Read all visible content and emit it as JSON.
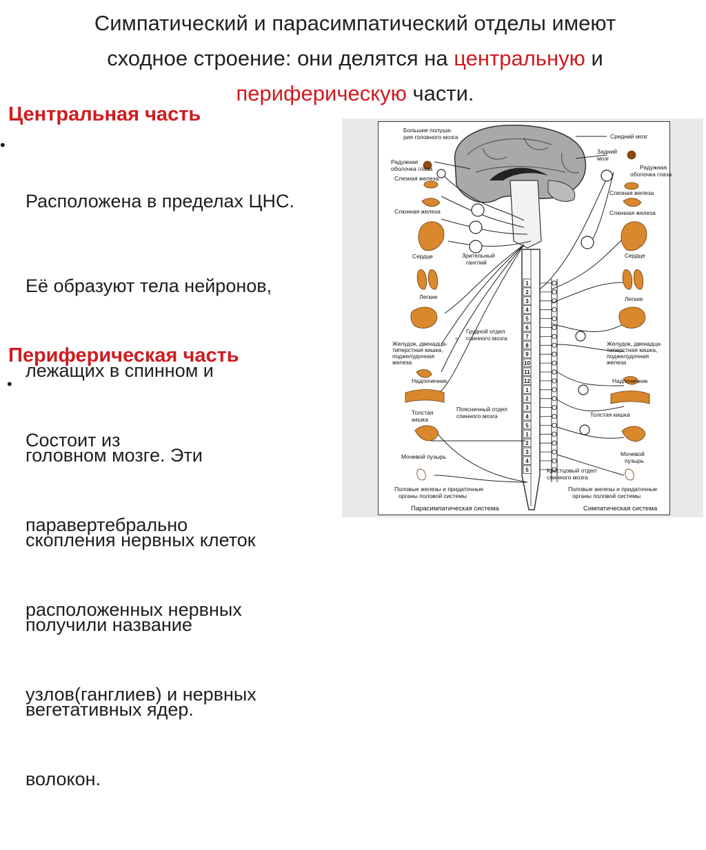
{
  "title": {
    "line1": "Симпатический и парасимпатический отделы имеют",
    "line2_a": "сходное строение: они делятся на ",
    "line2_red": "центральную",
    "line2_b": " и",
    "line3_red": "периферическую",
    "line3_b": " части."
  },
  "central": {
    "heading": "Центральная часть",
    "bullet": "•",
    "lines": [
      "Расположена в пределах ЦНС.",
      "Её образуют тела нейронов,",
      "лежащих в спинном и",
      "головном мозге. Эти",
      "скопления нервных клеток",
      "получили название",
      "вегетативных ядер."
    ]
  },
  "peripheral": {
    "heading": "Периферическая часть",
    "bullet": "•",
    "lines": [
      "Состоит из",
      "паравертебрально",
      "расположенных нервных",
      "узлов(ганглиев) и нервных",
      "волокон."
    ]
  },
  "diagram": {
    "left_labels": {
      "hemispheres": [
        "Большие полуша-",
        "рия головного мозга"
      ],
      "iris": [
        "Радужная",
        "оболочка глаза"
      ],
      "lacrimal": "Слезная железа",
      "salivary": "Слюнная железа",
      "heart": "Сердце",
      "optic_ganglion": [
        "Зрительный",
        "ганглий"
      ],
      "lungs": "Легкие",
      "thoracic": [
        "Грудной отдел",
        "спинного мозга"
      ],
      "stomach": [
        "Желудок, двенадца-",
        "типерстная кишка,",
        "поджелудочная",
        "железа"
      ],
      "question": "?",
      "adrenal": "Надпочечник",
      "lumbar": [
        "Поясничный отдел",
        "спинного мозга"
      ],
      "colon": [
        "Толстая",
        "кишка"
      ],
      "bladder": "Мочевой пузырь",
      "genital": [
        "Половые железы и придаточные",
        "органы половой системы"
      ],
      "system": "Парасимпатическая система"
    },
    "right_labels": {
      "midbrain": "Средний мозг",
      "hindbrain": [
        "Задний",
        "мозг"
      ],
      "iris": [
        "Радужная",
        "оболочка глаза"
      ],
      "lacrimal": "Слезная железа",
      "salivary": "Слюнная железа",
      "heart": "Сердце",
      "lungs": "Легкие",
      "stomach": [
        "Желудок, двенадца-",
        "типерстная кишка,",
        "поджелудочная",
        "железа"
      ],
      "adrenal": "Надпочечник",
      "colon": "Толстая кишка",
      "bladder": [
        "Мочевой",
        "пузырь"
      ],
      "sacral": [
        "Крестцовый отдел",
        "спинного мозга"
      ],
      "genital": [
        "Половые железы и придаточные",
        "органы половой системы"
      ],
      "system": "Симпатическая система"
    },
    "segments": [
      "1",
      "2",
      "3",
      "4",
      "5",
      "6",
      "7",
      "8",
      "9",
      "10",
      "11",
      "12",
      "1",
      "2",
      "3",
      "4",
      "5",
      "1",
      "2",
      "3",
      "4",
      "5"
    ],
    "colors": {
      "organ": "#d9882e",
      "brain": "#9a9a9a",
      "line": "#222222"
    }
  }
}
